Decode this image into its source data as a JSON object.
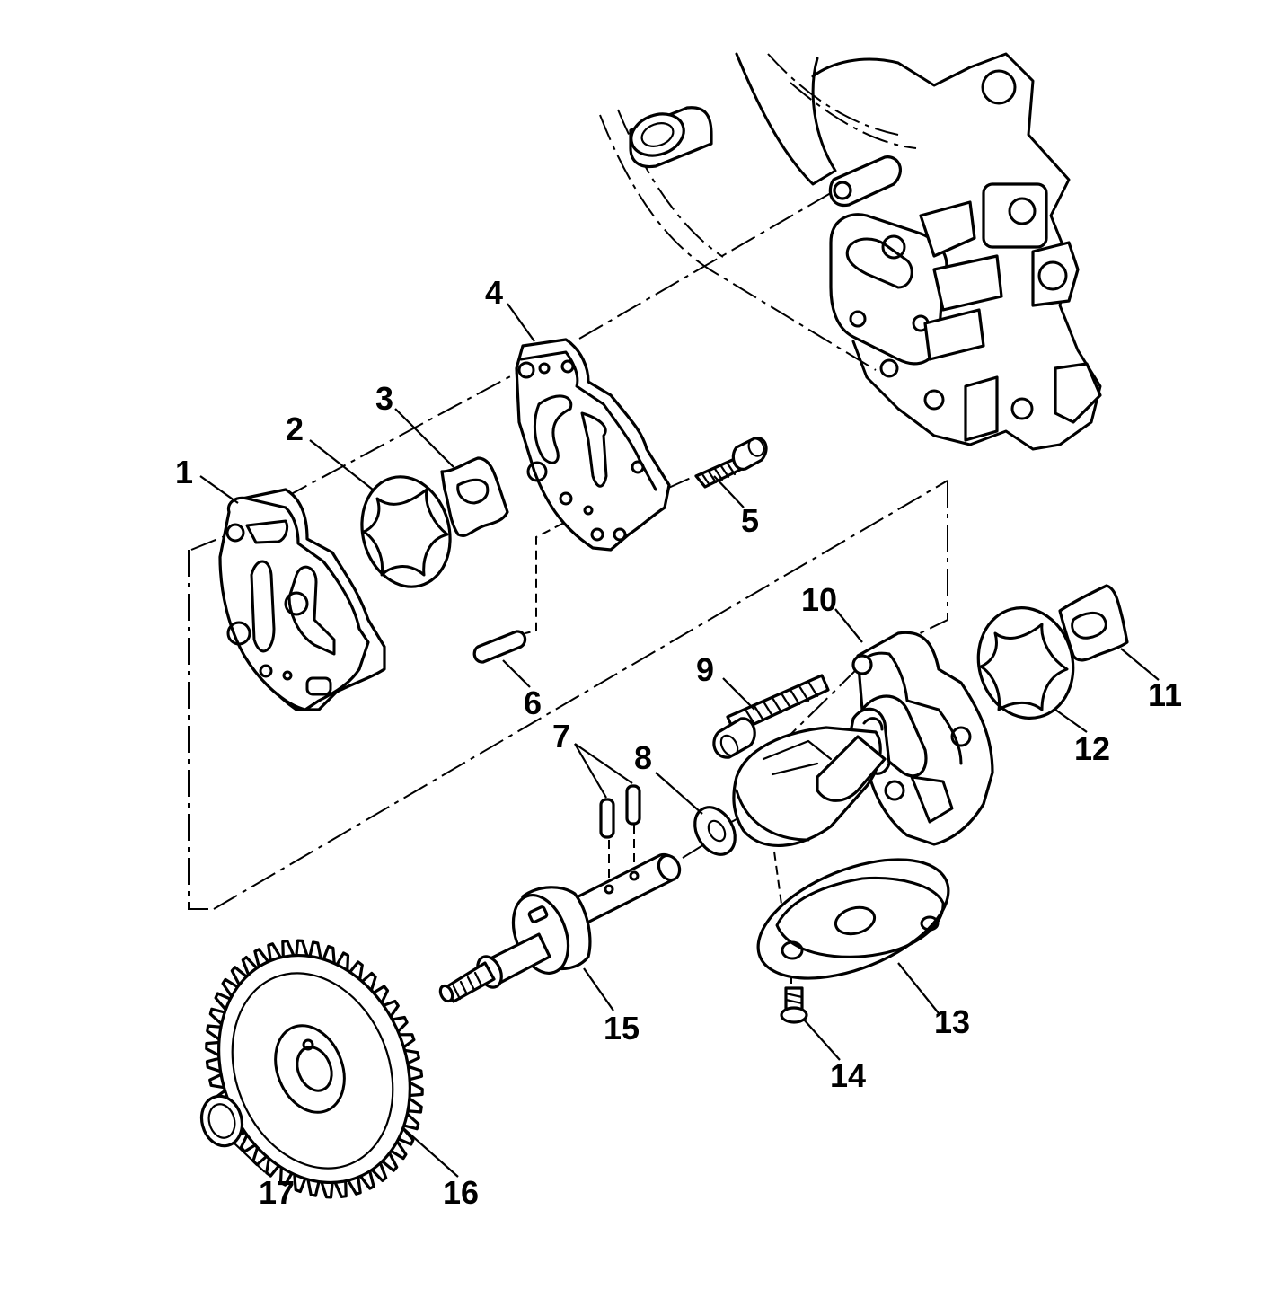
{
  "callouts": [
    {
      "id": "1",
      "text": "1"
    },
    {
      "id": "2",
      "text": "2"
    },
    {
      "id": "3",
      "text": "3"
    },
    {
      "id": "4",
      "text": "4"
    },
    {
      "id": "5",
      "text": "5"
    },
    {
      "id": "6",
      "text": "6"
    },
    {
      "id": "7",
      "text": "7"
    },
    {
      "id": "8",
      "text": "8"
    },
    {
      "id": "9",
      "text": "9"
    },
    {
      "id": "10",
      "text": "10"
    },
    {
      "id": "11",
      "text": "11"
    },
    {
      "id": "12",
      "text": "12"
    },
    {
      "id": "13",
      "text": "13"
    },
    {
      "id": "14",
      "text": "14"
    },
    {
      "id": "15",
      "text": "15"
    },
    {
      "id": "16",
      "text": "16"
    },
    {
      "id": "17",
      "text": "17"
    }
  ]
}
